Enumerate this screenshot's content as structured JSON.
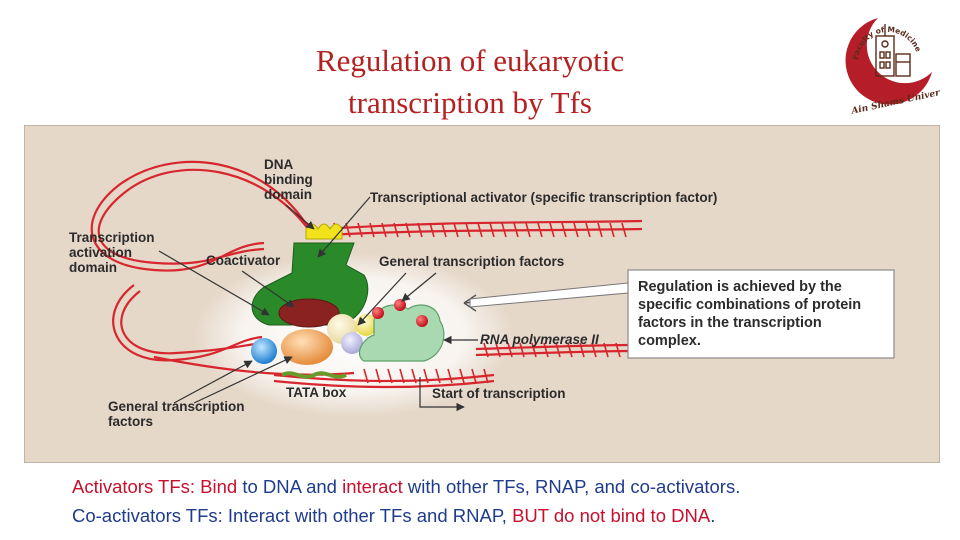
{
  "slide": {
    "title_line1": "Regulation of eukaryotic",
    "title_line2": "transcription by Tfs",
    "logo": {
      "ring_text": "Faculty of Medicine",
      "bottom_text": "Ain Shams University",
      "colors": {
        "crescent": "#b51e28",
        "ink": "#5a2a1a"
      }
    }
  },
  "diagram": {
    "labels": {
      "dna_binding_domain": [
        "DNA",
        "binding",
        "domain"
      ],
      "transcriptional_activator": "Transcriptional activator (specific transcription factor)",
      "transcription_activation_domain": [
        "Transcription",
        "activation",
        "domain"
      ],
      "coactivator": "Coactivator",
      "general_tfs_top": "General transcription factors",
      "rna_polymerase": "RNA polymerase II",
      "tata_box": "TATA box",
      "start_of_transcription": "Start of transcription",
      "general_tfs_bottom": [
        "General transcription",
        "factors"
      ]
    },
    "callout": [
      "Regulation is achieved by the",
      "specific combinations of protein",
      "factors in the transcription",
      "complex."
    ],
    "colors": {
      "background": "#e6d8c9",
      "dna": "#d7262e",
      "activator": "#2a8a2a",
      "dna_binding": "#f2e21b",
      "coactivator": "#8b2222",
      "rna_pol": "#a9d9b0",
      "tata": "#6a9a2a"
    }
  },
  "caption": {
    "line1": {
      "a": "Activators TFs: ",
      "b": "Bind ",
      "c": "to DNA and ",
      "d": "interact ",
      "e": "with other TFs, RNAP, and co-activators."
    },
    "line2": {
      "a": "Co-activators TFs: Interact with other TFs and RNAP, ",
      "b": "BUT do not bind to DNA",
      "c": "."
    }
  }
}
